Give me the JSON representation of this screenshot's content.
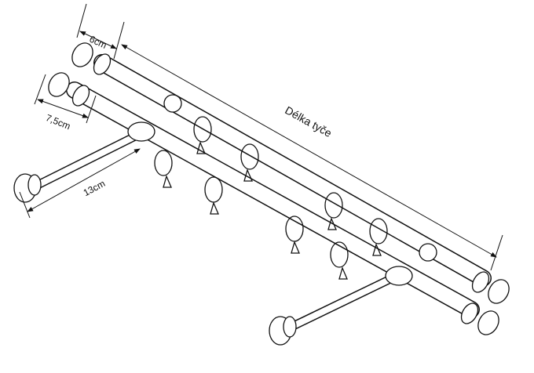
{
  "labels": {
    "finial_length": "6cm",
    "finial_height": "7,5cm",
    "bracket_depth": "13cm",
    "rod_length": "Délka tyče"
  }
}
